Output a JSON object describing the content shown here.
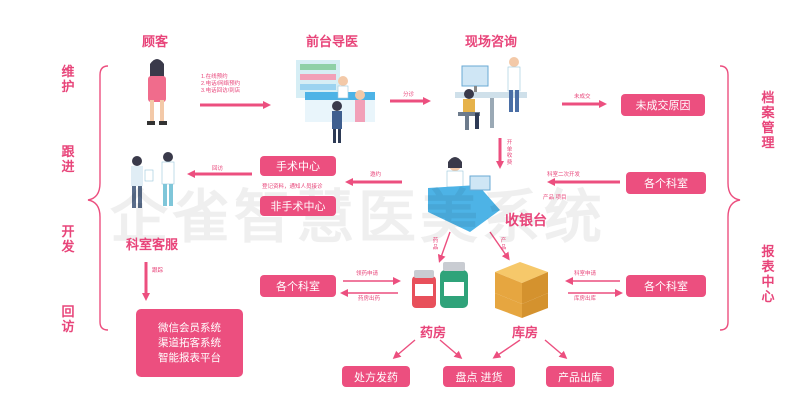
{
  "titles": {
    "customer": "顾客",
    "front_desk": "前台导医",
    "consult": "现场咨询",
    "dept_service": "科室客服",
    "cashier": "收银台",
    "pharmacy": "药房",
    "warehouse": "库房"
  },
  "left_side": [
    "维护",
    "跟进",
    "开发",
    "回访"
  ],
  "right_side": [
    "档案管理",
    "报表中心"
  ],
  "boxes": {
    "unclosed_reason": "未成交原因",
    "surgery_center": "手术中心",
    "non_surgery_center": "非手术中心",
    "depts_right_top": "各个科室",
    "depts_right_bottom": "各个科室",
    "depts_left": "各个科室",
    "prescription": "处方发药",
    "inventory": "盘点 进货",
    "outbound": "产品出库"
  },
  "systems_box": [
    "微信会员系统",
    "渠道拓客系统",
    "智能报表平台"
  ],
  "customer_steps": [
    "1.在线预约",
    "2.电话/网络预约",
    "3.电话回访/到店"
  ],
  "small_labels": {
    "guide": "分诊",
    "unclosed": "未成交",
    "dept_secondary": "科室二次开发",
    "product_item": "产品 项目",
    "return_visit": "回访",
    "invite": "邀约",
    "surgery_note": "登记资料，通知人员接诊",
    "followup": "跟踪",
    "apply_pick": "领药申请",
    "issue_drug": "药房出药",
    "apply_dept": "科室申请",
    "warehouse_out": "库房出库",
    "order_pay": "开单收费",
    "drug_v": "药品",
    "product_v": "产品"
  },
  "watermark": "企雀智慧医美系统",
  "colors": {
    "accent": "#ec4f7f",
    "text": "#e8457a"
  }
}
